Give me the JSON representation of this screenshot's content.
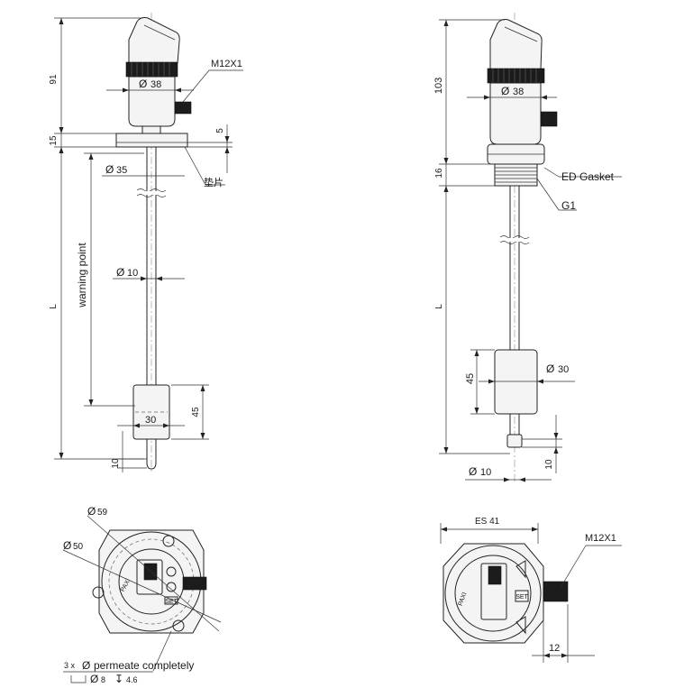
{
  "left_view": {
    "dim_91": "91",
    "dim_15": "15",
    "dim_5": "5",
    "dim_L": "L",
    "dim_10": "10",
    "dim_45": "45",
    "dim_30": "30",
    "d38": "38",
    "d35": "35",
    "d10": "10",
    "thread": "M12X1",
    "gasket_cn": "垫片",
    "warning_point": "warning point"
  },
  "right_view": {
    "dim_103": "103",
    "dim_16": "16",
    "dim_L": "L",
    "dim_45": "45",
    "dim_10": "10",
    "d38": "38",
    "d30": "30",
    "d10": "10",
    "ed_gasket": "ED Gasket",
    "g1": "G1"
  },
  "bottom_left": {
    "d59": "59",
    "d50": "50",
    "note_count": "3 x",
    "note_text": "permeate completely",
    "note_d8": "8",
    "note_depth": "4.6",
    "logo": "PAXI",
    "btn_set": "SET"
  },
  "bottom_right": {
    "es41": "ES 41",
    "thread": "M12X1",
    "dim_12": "12",
    "logo": "PAXI",
    "btn_set": "SET"
  },
  "symbols": {
    "diameter": "Ø",
    "depth": "↧"
  }
}
